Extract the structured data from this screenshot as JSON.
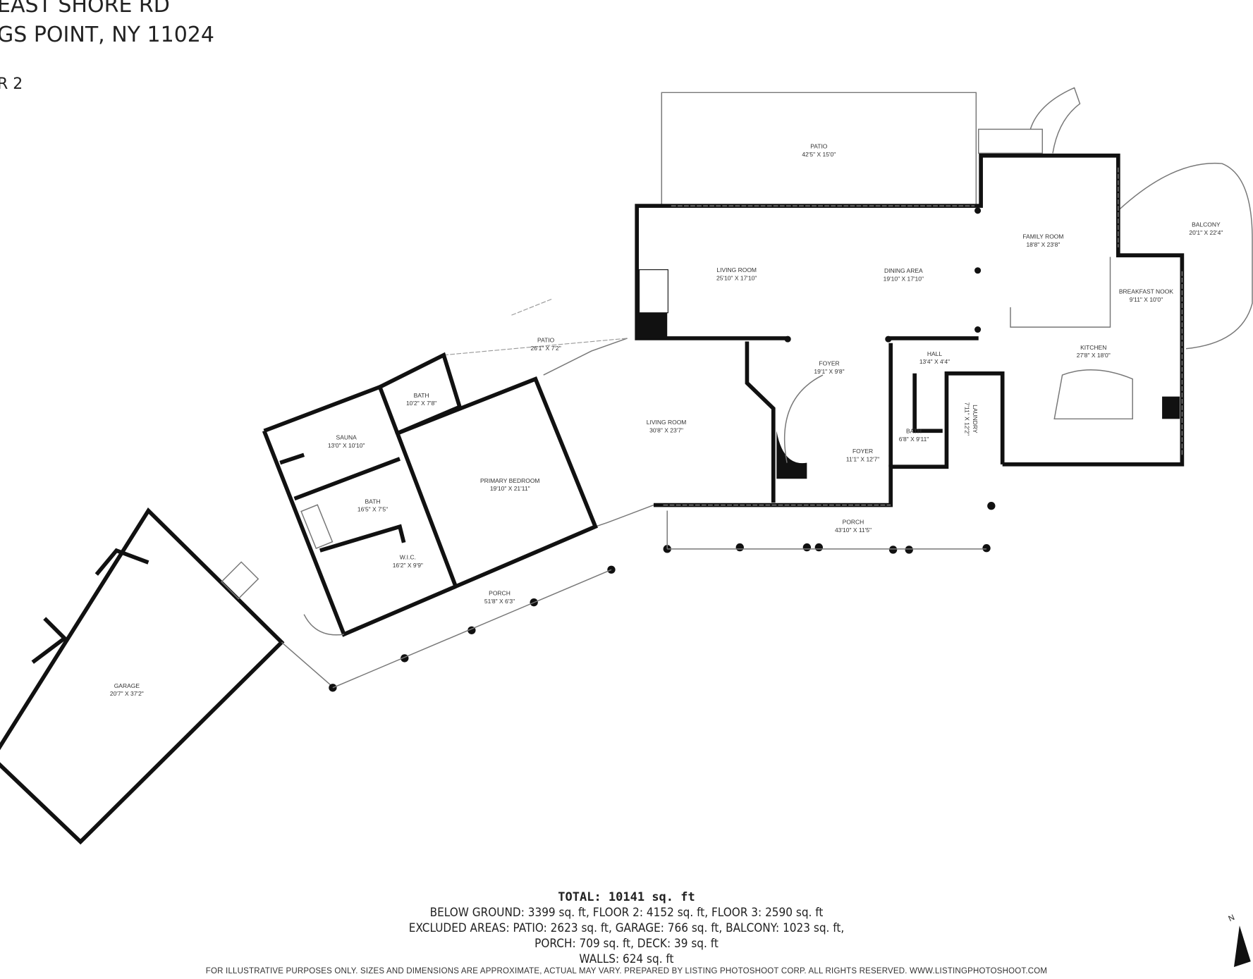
{
  "header": {
    "address_line1": "EAST SHORE RD",
    "address_line2": "GS POINT, NY 11024",
    "floor": "R 2"
  },
  "rooms": [
    {
      "name": "PATIO",
      "dims": "42'5\" X 15'0\""
    },
    {
      "name": "BALCONY",
      "dims": "20'1\" X 22'4\""
    },
    {
      "name": "FAMILY ROOM",
      "dims": "18'8\" X 23'8\""
    },
    {
      "name": "LIVING ROOM",
      "dims": "25'10\" X 17'10\""
    },
    {
      "name": "DINING AREA",
      "dims": "19'10\" X 17'10\""
    },
    {
      "name": "BREAKFAST NOOK",
      "dims": "9'11\" X 10'0\""
    },
    {
      "name": "PATIO",
      "dims": "26'1\" X 7'2\""
    },
    {
      "name": "HALL",
      "dims": "13'4\" X 4'4\""
    },
    {
      "name": "KITCHEN",
      "dims": "27'8\" X 18'0\""
    },
    {
      "name": "FOYER",
      "dims": "19'1\" X 9'8\""
    },
    {
      "name": "BATH",
      "dims": "10'2\" X 7'8\""
    },
    {
      "name": "SAUNA",
      "dims": "13'0\" X 10'10\""
    },
    {
      "name": "LIVING ROOM",
      "dims": "30'8\" X 23'7\""
    },
    {
      "name": "BATH",
      "dims": "6'8\" X 9'11\""
    },
    {
      "name": "LAUNDRY",
      "dims": "7'11\" X 12'2\""
    },
    {
      "name": "FOYER",
      "dims": "11'1\" X 12'7\""
    },
    {
      "name": "PRIMARY BEDROOM",
      "dims": "19'10\" X 21'11\""
    },
    {
      "name": "BATH",
      "dims": "16'5\" X 7'5\""
    },
    {
      "name": "PORCH",
      "dims": "43'10\" X 11'5\""
    },
    {
      "name": "W.I.C.",
      "dims": "16'2\" X 9'9\""
    },
    {
      "name": "PORCH",
      "dims": "51'8\" X 6'3\""
    },
    {
      "name": "GARAGE",
      "dims": "20'7\" X 37'2\""
    }
  ],
  "summary": {
    "total": "TOTAL: 10141 sq. ft",
    "line1": "BELOW GROUND: 3399 sq. ft, FLOOR 2: 4152 sq. ft, FLOOR 3: 2590 sq. ft",
    "line2": "EXCLUDED AREAS: PATIO: 2623 sq. ft, GARAGE: 766 sq. ft, BALCONY: 1023 sq. ft,",
    "line3": "PORCH: 709 sq. ft, DECK: 39 sq. ft",
    "line4": "WALLS: 624 sq. ft"
  },
  "disclaimer": "FOR ILLUSTRATIVE PURPOSES ONLY. SIZES AND DIMENSIONS ARE APPROXIMATE, ACTUAL MAY VARY. PREPARED BY LISTING PHOTOSHOOT CORP. ALL RIGHTS RESERVED. WWW.LISTINGPHOTOSHOOT.COM",
  "compass": {
    "label": "N",
    "icon": "north-arrow-icon"
  }
}
